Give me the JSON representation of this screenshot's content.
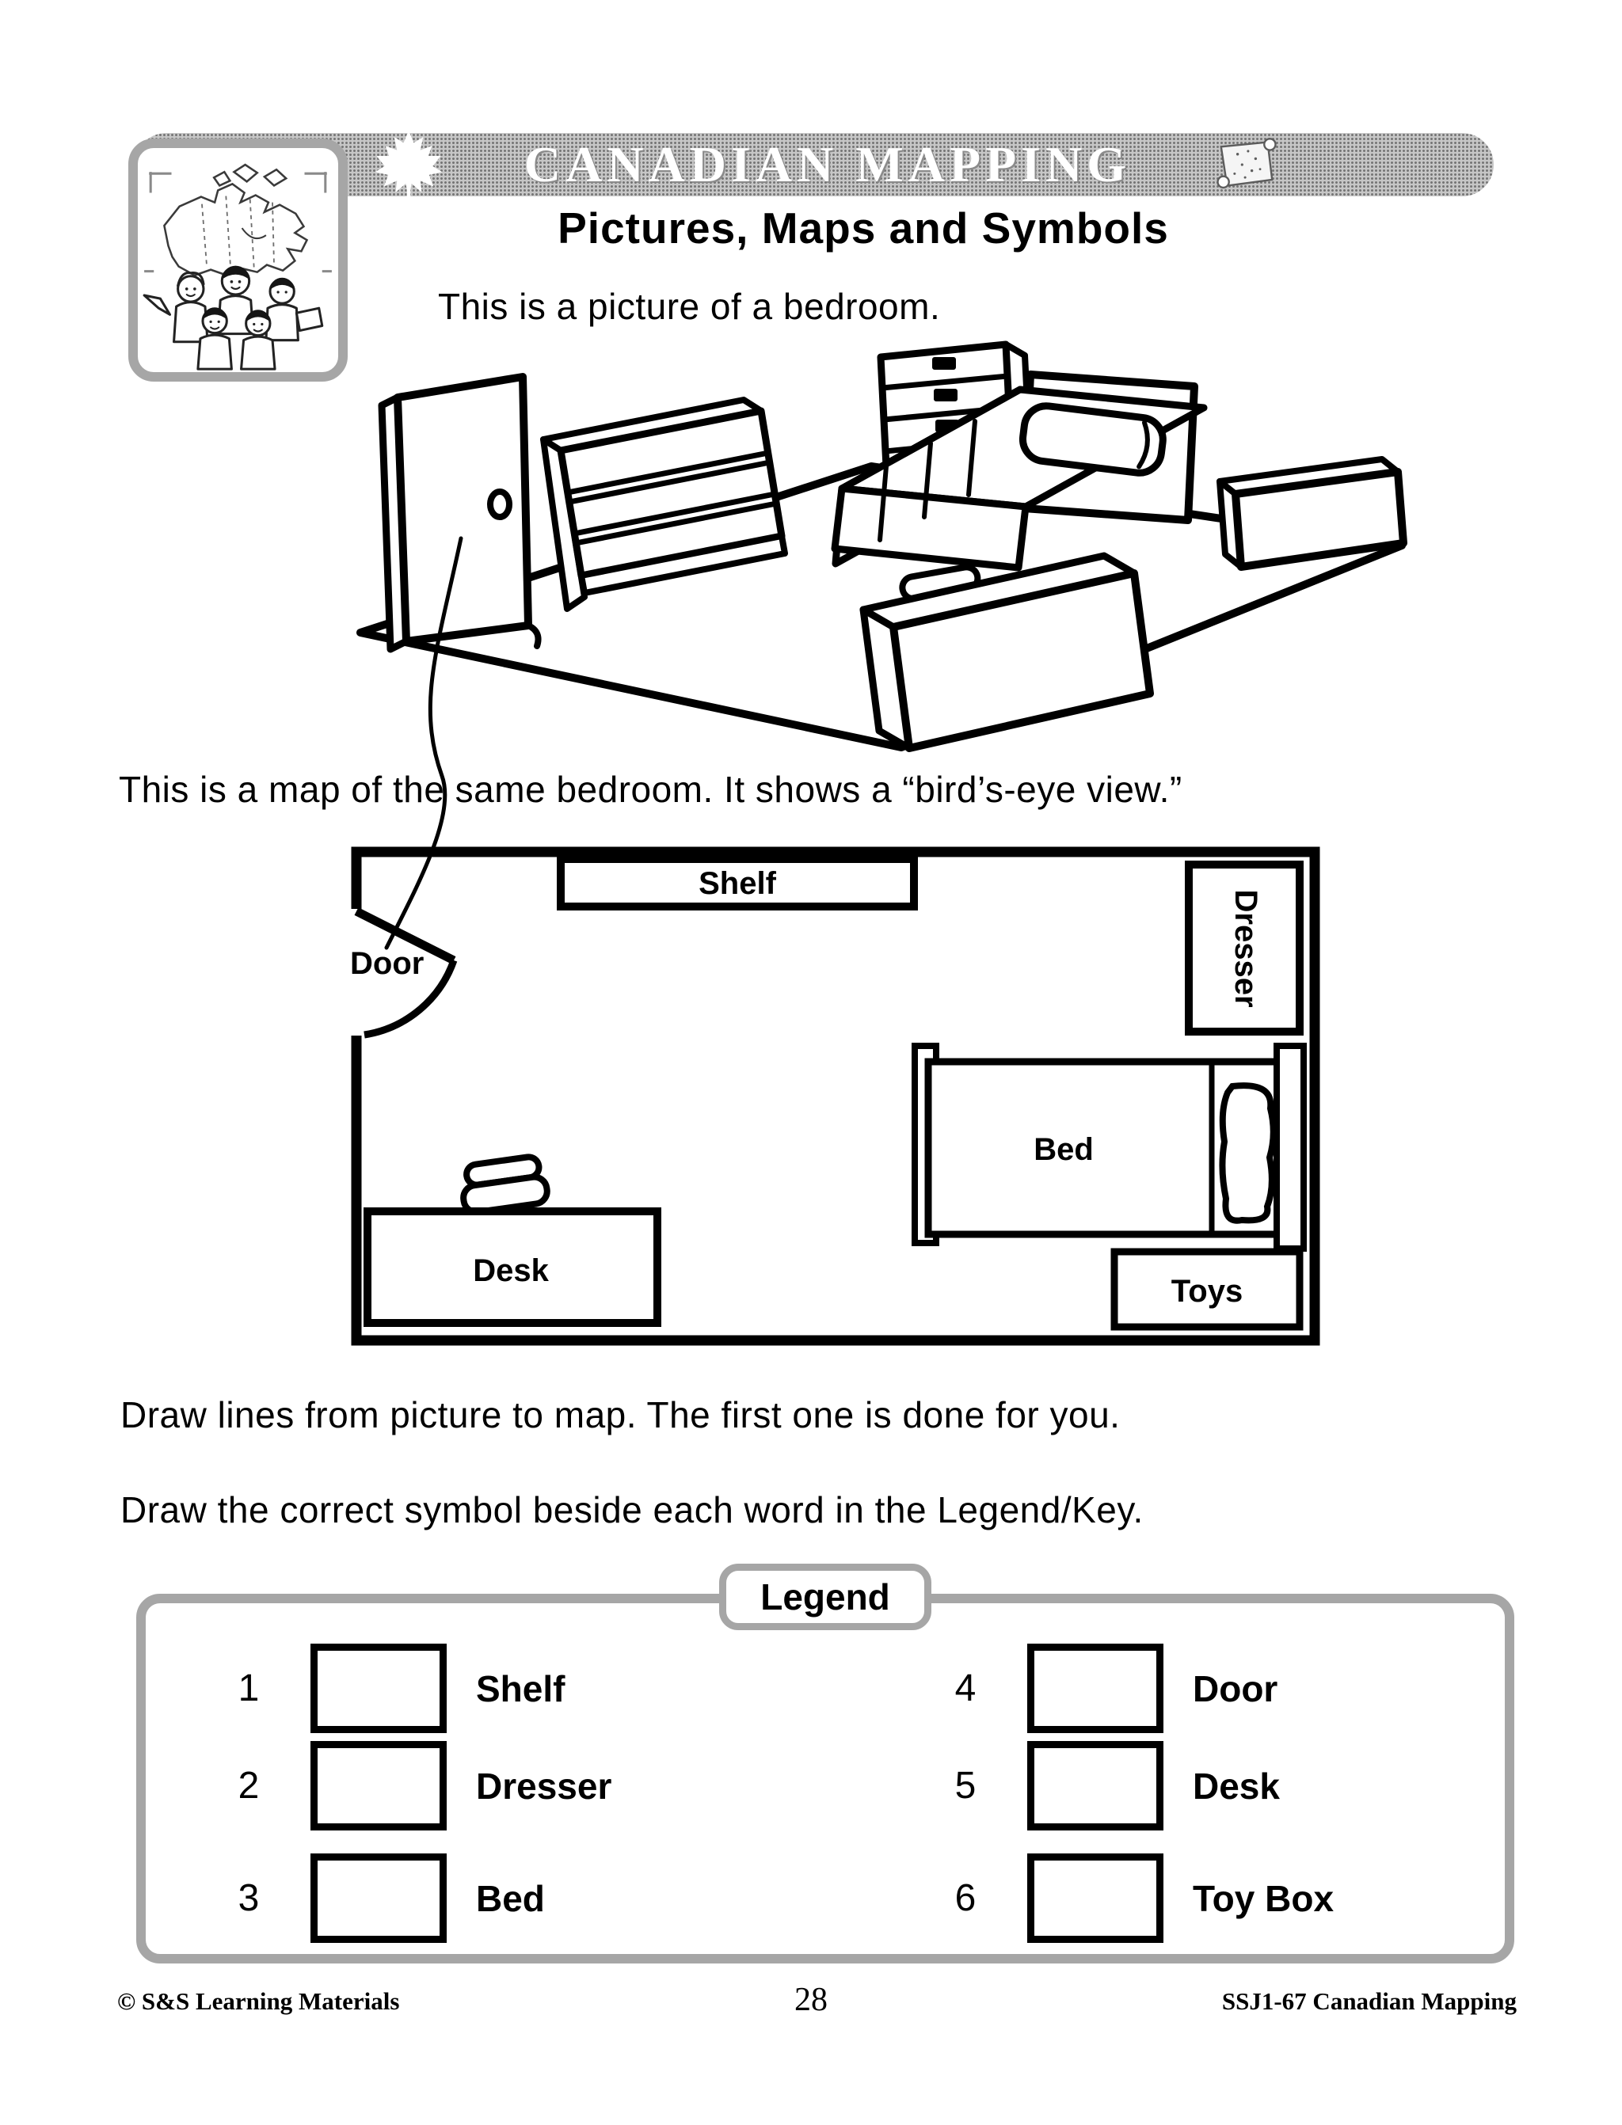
{
  "header": {
    "banner_title": "CANADIAN MAPPING",
    "subtitle": "Pictures, Maps and Symbols"
  },
  "captions": {
    "picture": "This is a picture of a bedroom.",
    "map": "This is a map of the same bedroom. It shows a “bird’s-eye view.”"
  },
  "map_labels": {
    "shelf": "Shelf",
    "door": "Door",
    "dresser": "Dresser",
    "bed": "Bed",
    "desk": "Desk",
    "toys": "Toys"
  },
  "instructions": {
    "line1": "Draw lines from picture to map. The first one is done for you.",
    "line2": "Draw the correct symbol beside each word in the Legend/Key."
  },
  "legend": {
    "title": "Legend",
    "items": [
      {
        "number": "1",
        "label": "Shelf"
      },
      {
        "number": "2",
        "label": "Dresser"
      },
      {
        "number": "3",
        "label": "Bed"
      },
      {
        "number": "4",
        "label": "Door"
      },
      {
        "number": "5",
        "label": "Desk"
      },
      {
        "number": "6",
        "label": "Toy Box"
      }
    ]
  },
  "footer": {
    "copyright": "© S&S Learning Materials",
    "page_number": "28",
    "code": "SSJ1-67 Canadian Mapping"
  },
  "colors": {
    "ink": "#000000",
    "banner_gray": "#9a9a9a",
    "border_gray": "#a6a6a6",
    "banner_text": "#ffffff"
  }
}
